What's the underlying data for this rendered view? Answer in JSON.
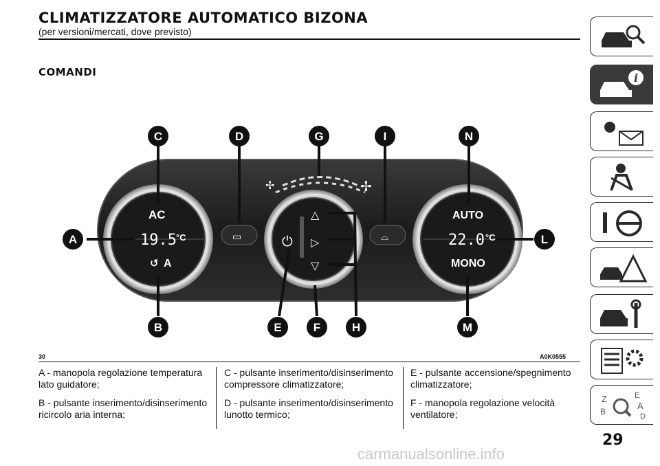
{
  "header": {
    "title": "CLIMATIZZATORE AUTOMATICO BIZONA",
    "subtitle": "(per versioni/mercati, dove previsto)"
  },
  "section_title": "COMANDI",
  "figure": {
    "number": "30",
    "code": "A0K0555",
    "callouts": [
      "A",
      "B",
      "C",
      "D",
      "E",
      "F",
      "G",
      "H",
      "I",
      "L",
      "M",
      "N"
    ],
    "panel": {
      "left_temp": "19.5",
      "right_temp": "22.0",
      "unit": "°C",
      "ac_label": "AC",
      "recirc_label": "A",
      "auto_label": "AUTO",
      "mono_label": "MONO"
    }
  },
  "legend": [
    [
      "A - manopola regolazione temperatura lato guidatore;",
      "B - pulsante inserimento/disinserimento ricircolo aria interna;"
    ],
    [
      "C - pulsante inserimento/disinserimento compressore climatizzatore;",
      "D - pulsante inserimento/disinserimento lunotto termico;"
    ],
    [
      "E - pulsante accensione/spegnimento climatizzatore;",
      "F - manopola regolazione velocità ventilatore;"
    ]
  ],
  "page_number": "29",
  "watermark": "carmanualsonline.info",
  "side_tabs": [
    "car-search-icon",
    "car-info-icon",
    "warning-light-icon",
    "airbag-icon",
    "steering-icon",
    "hazard-icon",
    "car-service-icon",
    "settings-list-icon",
    "index-icon"
  ]
}
